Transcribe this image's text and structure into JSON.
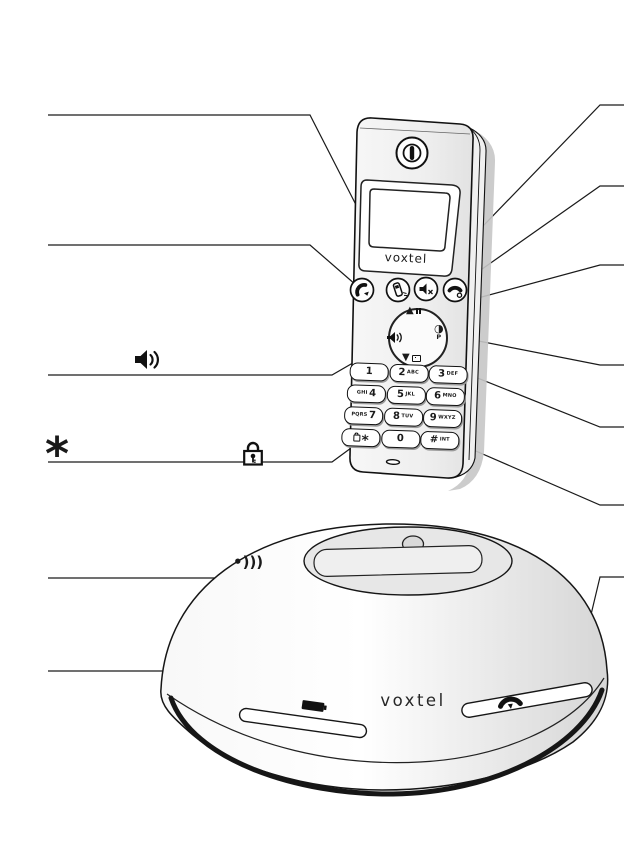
{
  "figure": {
    "kind": "cordless-phone-overview-diagram",
    "ink_color": "#1a1a1a",
    "handset_logo": "voxtel",
    "base_logo": "voxtel"
  },
  "handset": {
    "nav": {
      "up_glyph": "▲",
      "right_contrast_glyph": "◑",
      "right_letter": "P",
      "down_glyph": "▼"
    },
    "keys": [
      {
        "pre": "",
        "digit": "1",
        "post": ""
      },
      {
        "pre": "",
        "digit": "2",
        "post": "ABC"
      },
      {
        "pre": "",
        "digit": "3",
        "post": "DEF"
      },
      {
        "pre": "GHI",
        "digit": "4",
        "post": ""
      },
      {
        "pre": "",
        "digit": "5",
        "post": "JKL"
      },
      {
        "pre": "",
        "digit": "6",
        "post": "MNO"
      },
      {
        "pre": "PQRS",
        "digit": "7",
        "post": ""
      },
      {
        "pre": "",
        "digit": "8",
        "post": "TUV"
      },
      {
        "pre": "",
        "digit": "9",
        "post": "WXYZ"
      },
      {
        "pre": "",
        "digit": "*",
        "post": ""
      },
      {
        "pre": "",
        "digit": "0",
        "post": ""
      },
      {
        "pre": "",
        "digit": "#",
        "post": "INT"
      }
    ]
  },
  "callout_labels": {
    "star_glyph": "*",
    "paging_glyph": "•)))"
  },
  "icons": {
    "speaker_label": "speaker-volume-icon",
    "lock_label": "key-lock-icon",
    "paging_label": "paging-signal-icon",
    "talk_key": "receiver-lift-icon",
    "handset_key": "handset-icon",
    "mute_key": "speaker-mute-icon",
    "end_key": "receiver-down-icon",
    "power_button": "power-icon",
    "battery_light": "battery-charging-icon",
    "in_use_light": "receiver-in-use-icon"
  }
}
